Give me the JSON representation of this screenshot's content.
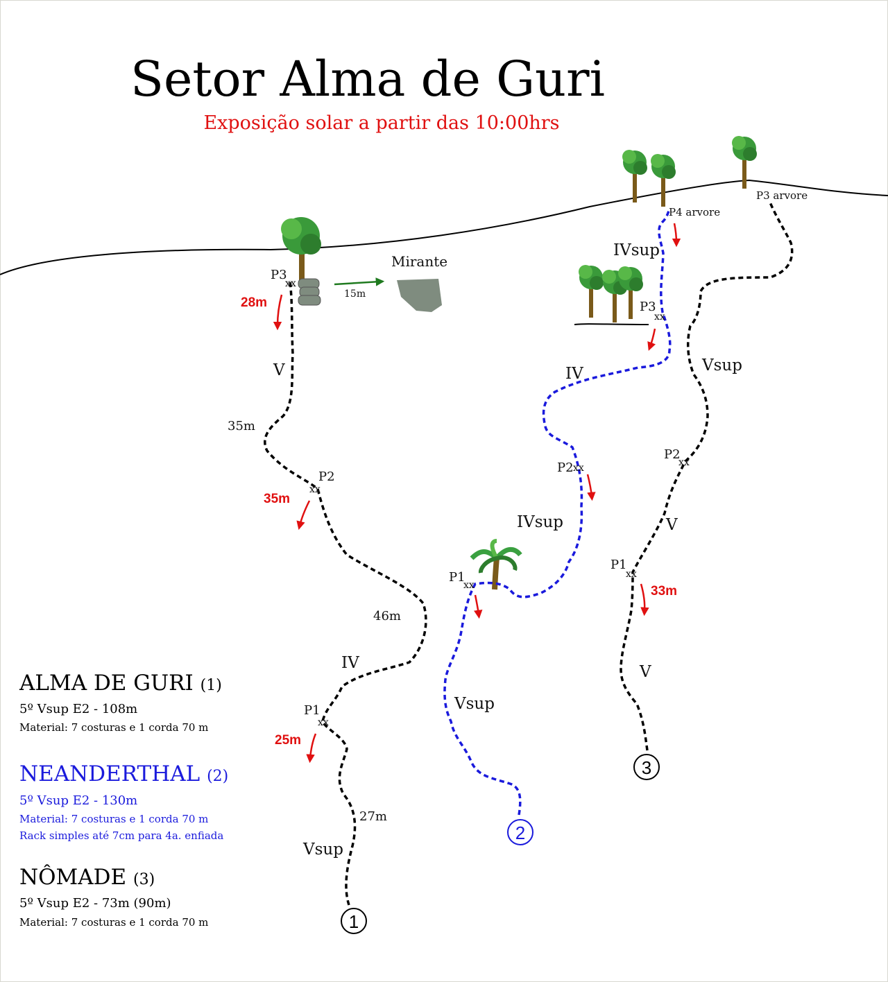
{
  "title": "Setor Alma de Guri",
  "subtitle": "Exposição solar a partir das 10:00hrs",
  "colors": {
    "black_route": "#000000",
    "blue_route": "#1a1adc",
    "red_arrow": "#e01010",
    "green_arrow": "#1f7a1f",
    "rock": "#7f8c7f"
  },
  "icons": [
    "tree-icon",
    "palm-tree-icon",
    "rock-icon",
    "arrow-icon"
  ],
  "mirante": {
    "label": "Mirante",
    "distance": "15m"
  },
  "routes": {
    "r1": {
      "number": "1",
      "anchors": {
        "p1": "P1",
        "p2": "P2",
        "p3": "P3"
      },
      "bolts": "xx",
      "grades": [
        "Vsup",
        "IV",
        "V"
      ],
      "lengths": [
        "27m",
        "46m",
        "35m"
      ],
      "rappels": [
        "25m",
        "35m",
        "28m"
      ]
    },
    "r2": {
      "number": "2",
      "anchors": {
        "p1": "P1",
        "p2": "P2",
        "p3": "P3",
        "p4": "P4 arvore"
      },
      "bolts": "xx",
      "grades": [
        "Vsup",
        "IVsup",
        "IV",
        "IVsup"
      ]
    },
    "r3": {
      "number": "3",
      "anchors": {
        "p1": "P1",
        "p2": "P2",
        "p3": "P3 arvore"
      },
      "bolts": "xx",
      "grades": [
        "V",
        "V",
        "Vsup"
      ],
      "rappels": [
        "33m"
      ]
    }
  },
  "legend": [
    {
      "name": "ALMA DE GURI",
      "num": "(1)",
      "spec": "5º Vsup E2 - 108m",
      "details": [
        "Material: 7 costuras e 1 corda 70 m"
      ],
      "color": "#000000"
    },
    {
      "name": "NEANDERTHAL",
      "num": "(2)",
      "spec": "5º Vsup E2 - 130m",
      "details": [
        "Material: 7 costuras e 1 corda 70 m",
        "Rack simples até 7cm para 4a. enfiada"
      ],
      "color": "#1a1adc"
    },
    {
      "name": "NÔMADE",
      "num": "(3)",
      "spec": "5º Vsup E2 - 73m (90m)",
      "details": [
        "Material: 7 costuras e 1 corda 70 m"
      ],
      "color": "#000000"
    }
  ]
}
